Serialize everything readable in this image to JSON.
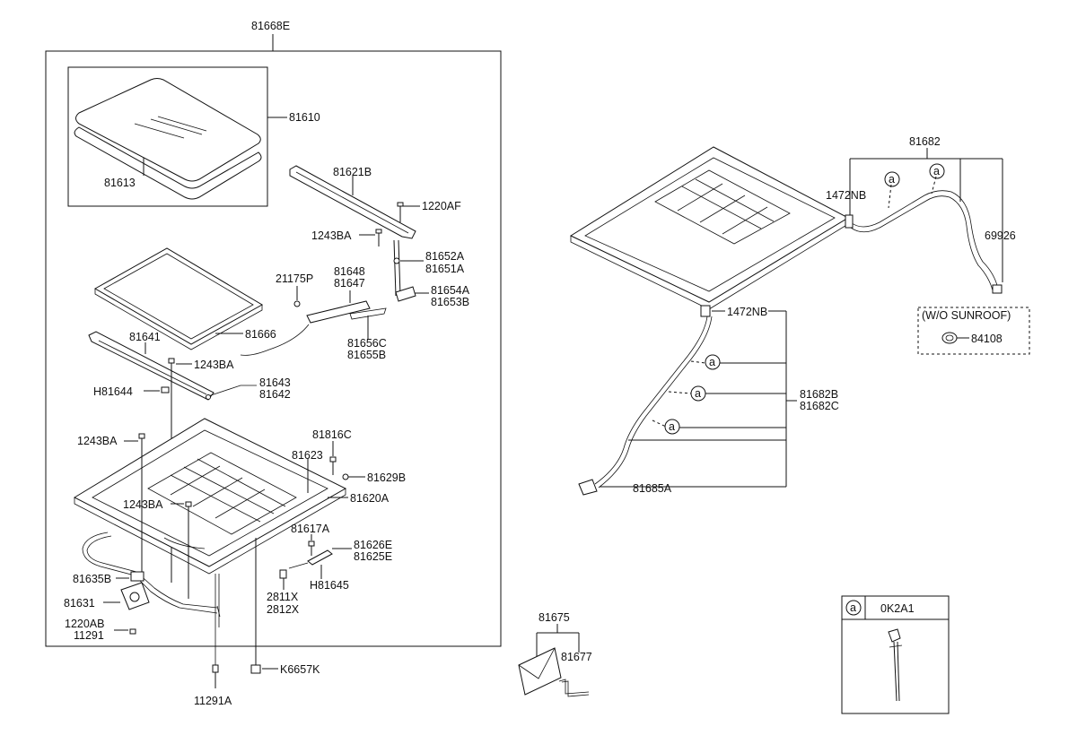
{
  "labels": {
    "assy_main": "81668E",
    "glass": "81610",
    "glass_seal": "81613",
    "guide_rail_front": "81621B",
    "bolt_1220AF": "1220AF",
    "bolt_1243BA_top": "1243BA",
    "link_81652A": "81652A",
    "link_81651A": "81651A",
    "clip_21175P": "21175P",
    "wire_81648": "81648",
    "wire_81647": "81647",
    "bracket_81654A": "81654A",
    "bracket_81653B": "81653B",
    "sunshade": "81666",
    "cable_81656C": "81656C",
    "cable_81655B": "81655B",
    "deflector": "81641",
    "bolt_1243BA_mid": "1243BA",
    "deflector_arm_81643": "81643",
    "deflector_arm_81642": "81642",
    "h81644": "H81644",
    "bolt_1243BA_left": "1243BA",
    "frame_81816C": "81816C",
    "rail_81623": "81623",
    "screw_81629B": "81629B",
    "frame_81620A": "81620A",
    "bolt_1243BA_center": "1243BA",
    "bolt_81617A": "81617A",
    "bracket_81626E": "81626E",
    "bracket_81625E": "81625E",
    "cable_81635B": "81635B",
    "h81645": "H81645",
    "motor_81631": "81631",
    "clip_2811X": "2811X",
    "clip_2812X": "2812X",
    "bolt_1220AB": "1220AB",
    "bolt_11291": "11291",
    "nut_K6657K": "K6657K",
    "bolt_11291A": "11291A",
    "hose_81682": "81682",
    "grommet_1472NB_top": "1472NB",
    "drain_69926": "69926",
    "wo_sunroof": "(W/O SUNROOF)",
    "plug_84108": "84108",
    "grommet_1472NB_mid": "1472NB",
    "hose_81682B": "81682B",
    "hose_81682C": "81682C",
    "valve_81685A": "81685A",
    "kit_81675": "81675",
    "wrench_81677": "81677",
    "legend_code": "0K2A1",
    "ref_a": "a"
  }
}
